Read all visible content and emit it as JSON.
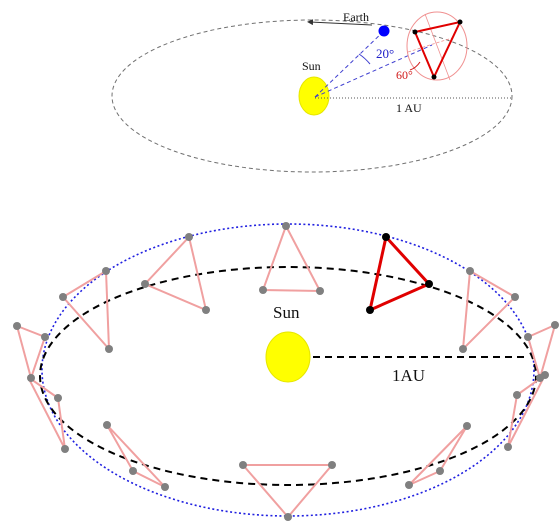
{
  "top_panel": {
    "earth_label": "Earth",
    "sun_label": "Sun",
    "distance_label": "1 AU",
    "angle_blue_label": "20°",
    "angle_red_label": "60°"
  },
  "bottom_panel": {
    "sun_label": "Sun",
    "distance_label": "1AU"
  },
  "colors": {
    "sun": "#ffff00",
    "earth": "#0000ff",
    "triangle_highlight": "#e00000",
    "triangle_faded": "#f0a0a0",
    "vertex": "#808080",
    "blue_orbit": "#2020e0",
    "black_orbit": "#000000",
    "angle_blue": "#2020c8",
    "angle_red": "#d01818",
    "orbit_gray": "#707070"
  }
}
